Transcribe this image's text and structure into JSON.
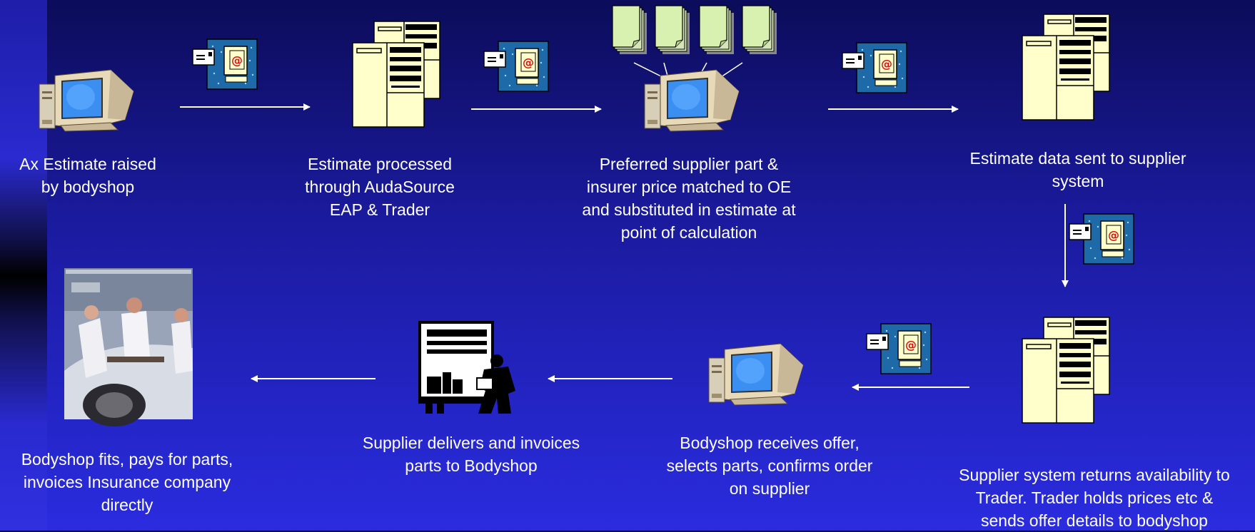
{
  "steps": [
    {
      "lines": [
        "Ax Estimate raised",
        "by bodyshop"
      ]
    },
    {
      "lines": [
        "Estimate processed",
        "through AudaSource",
        "EAP & Trader"
      ]
    },
    {
      "lines": [
        "Preferred supplier part &",
        "insurer price matched to OE",
        "and substituted in estimate at",
        "point of calculation"
      ]
    },
    {
      "lines": [
        "Estimate data sent to supplier",
        "system"
      ]
    },
    {
      "lines": [
        "Supplier system returns availability to",
        "Trader. Trader holds prices etc &",
        "sends offer details to bodyshop"
      ]
    },
    {
      "lines": [
        "Bodyshop receives offer,",
        "selects parts, confirms order",
        "on supplier"
      ]
    },
    {
      "lines": [
        "Supplier delivers and invoices",
        "parts to Bodyshop"
      ]
    },
    {
      "lines": [
        "Bodyshop fits, pays for parts,",
        "invoices Insurance company",
        "directly"
      ]
    }
  ],
  "icons": {
    "computer": "computer-icon",
    "server": "server-icon",
    "email": "email-icon",
    "documents": "document-stack-icon",
    "delivery": "delivery-truck-icon",
    "workshop": "workshop-photo"
  },
  "colors": {
    "background_top": "#0c0c5a",
    "background_bottom": "#2a2cdf",
    "arrow": "#ffffff",
    "server_fill": "#ffffcc",
    "monitor_screen": "#1e90ff"
  }
}
